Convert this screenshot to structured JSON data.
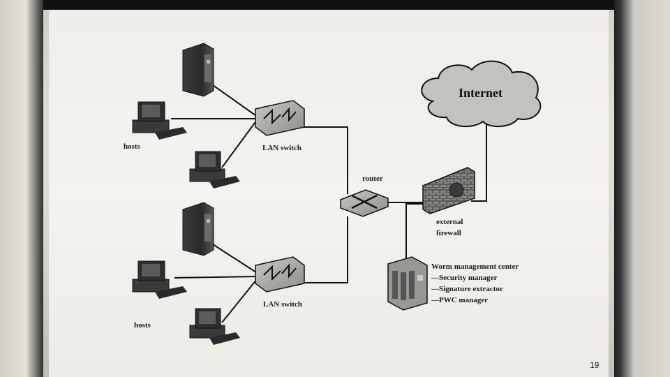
{
  "slide": {
    "page_number": "19"
  },
  "diagram": {
    "internet": "Internet",
    "router": "router",
    "firewall": [
      "external",
      "firewall"
    ],
    "switches": [
      "LAN switch",
      "LAN switch"
    ],
    "hosts": [
      "hosts",
      "hosts"
    ],
    "wmc": {
      "title": "Worm management center",
      "items": [
        "—Security manager",
        "—Signature extractor",
        "—PWC manager"
      ]
    }
  }
}
